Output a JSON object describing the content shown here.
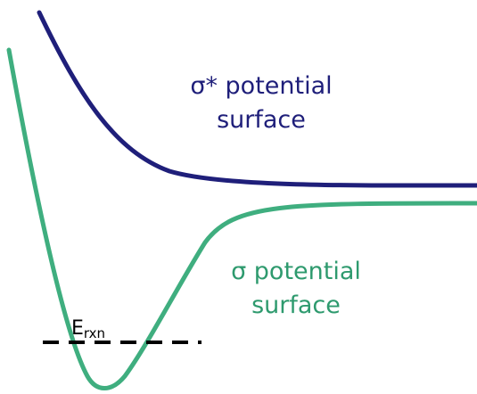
{
  "colors": {
    "sigma_star_curve": "#1f1f7a",
    "sigma_curve": "#3fae7f",
    "label_sigma_star": "#1f1f7a",
    "label_sigma": "#2e9a6e",
    "erxn_line": "#000000"
  },
  "labels": {
    "sigma_star": {
      "line1": "σ* potential",
      "line2": "surface"
    },
    "sigma": {
      "line1": "σ potential",
      "line2": "surface"
    },
    "erxn": {
      "main": "E",
      "sub": "rxn"
    }
  }
}
